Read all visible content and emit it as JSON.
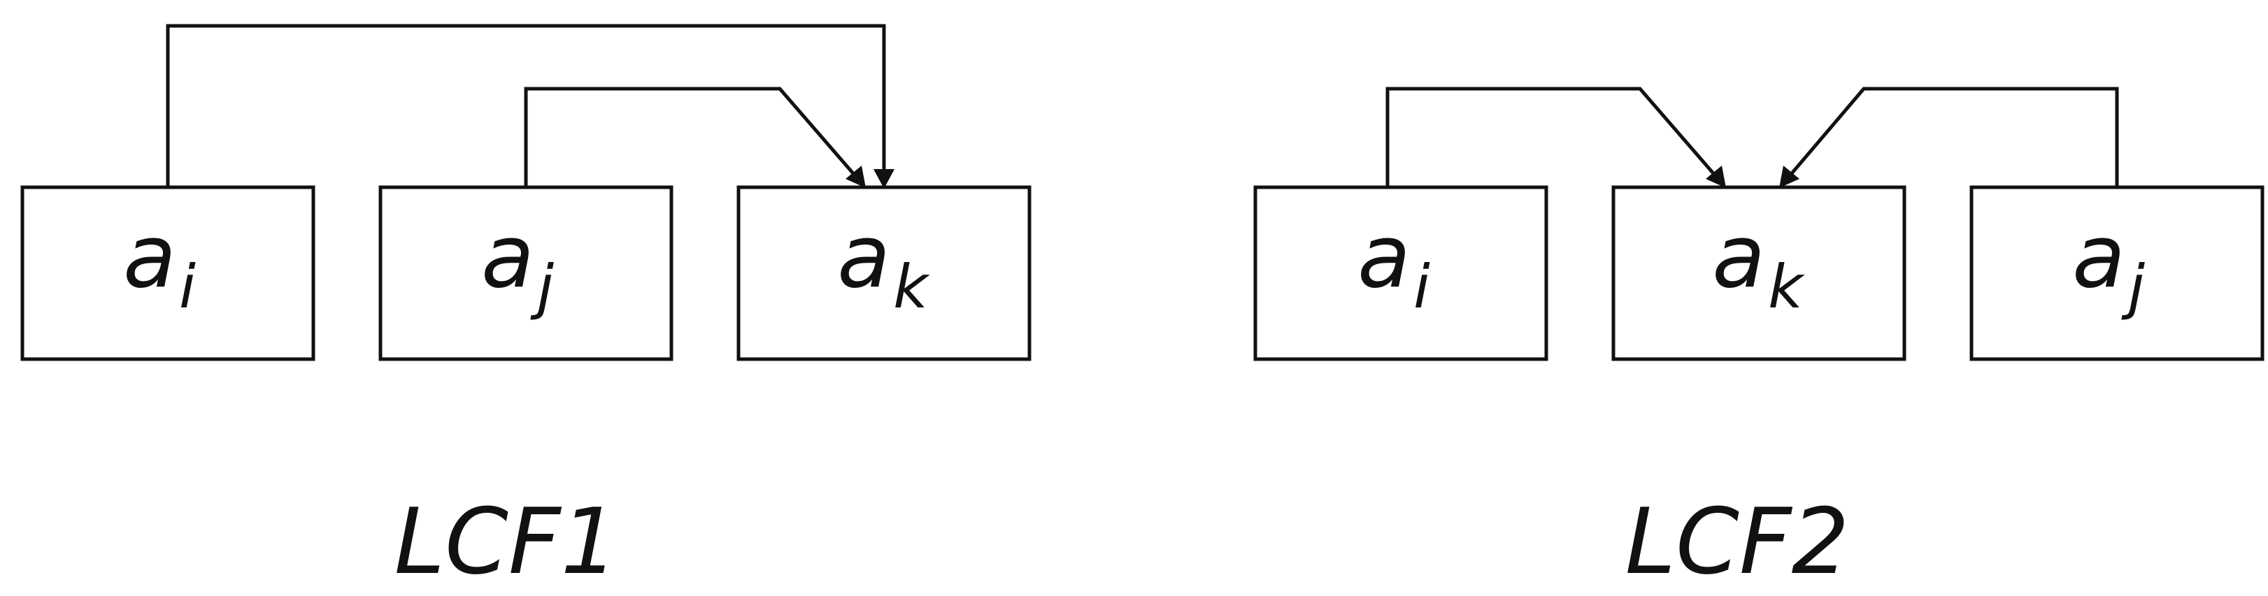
{
  "diagrams": [
    {
      "caption": "LCF1",
      "nodes": [
        {
          "id": "left",
          "base": "a",
          "sub": "i"
        },
        {
          "id": "middle",
          "base": "a",
          "sub": "j"
        },
        {
          "id": "right",
          "base": "a",
          "sub": "k"
        }
      ],
      "edges": [
        {
          "from": "a_i",
          "to": "a_k"
        },
        {
          "from": "a_j",
          "to": "a_k"
        }
      ]
    },
    {
      "caption": "LCF2",
      "nodes": [
        {
          "id": "left",
          "base": "a",
          "sub": "i"
        },
        {
          "id": "middle",
          "base": "a",
          "sub": "k"
        },
        {
          "id": "right",
          "base": "a",
          "sub": "j"
        }
      ],
      "edges": [
        {
          "from": "a_i",
          "to": "a_k"
        },
        {
          "from": "a_j",
          "to": "a_k"
        }
      ]
    }
  ],
  "colors": {
    "stroke": "#111111",
    "background": "#ffffff"
  }
}
